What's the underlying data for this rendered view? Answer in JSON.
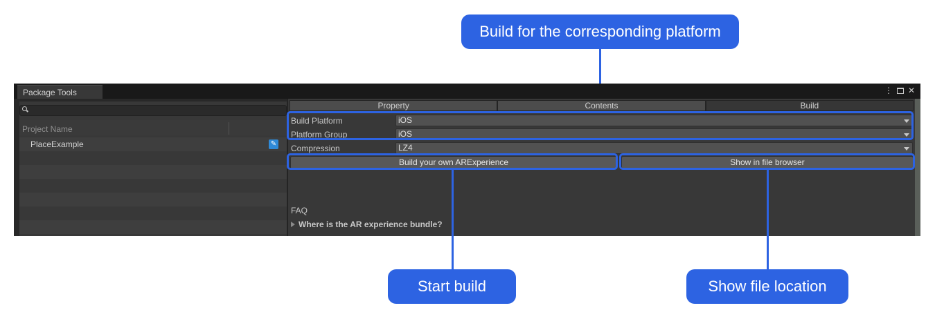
{
  "callouts": {
    "top": "Build for the corresponding platform",
    "start": "Start build",
    "show": "Show file location"
  },
  "window": {
    "tab_label": "Package Tools"
  },
  "left_panel": {
    "search_placeholder": "",
    "column_header": "Project Name",
    "rows": [
      {
        "label": "PlaceExample",
        "editable": true
      },
      {
        "label": ""
      },
      {
        "label": ""
      },
      {
        "label": ""
      },
      {
        "label": ""
      },
      {
        "label": ""
      },
      {
        "label": ""
      }
    ]
  },
  "right_panel": {
    "tabs": [
      {
        "label": "Property"
      },
      {
        "label": "Contents"
      },
      {
        "label": "Build",
        "active": true
      }
    ],
    "fields": [
      {
        "label": "Build Platform",
        "value": "iOS"
      },
      {
        "label": "Platform Group",
        "value": "iOS"
      },
      {
        "label": "Compression",
        "value": "LZ4"
      }
    ],
    "buttons": {
      "build": "Build your own ARExperience",
      "show": "Show in file browser"
    },
    "faq": {
      "title": "FAQ",
      "item": "Where is the AR experience bundle?"
    }
  },
  "colors": {
    "accent": "#2d63e2",
    "window_bg": "#282828",
    "panel_bg": "#383838"
  }
}
